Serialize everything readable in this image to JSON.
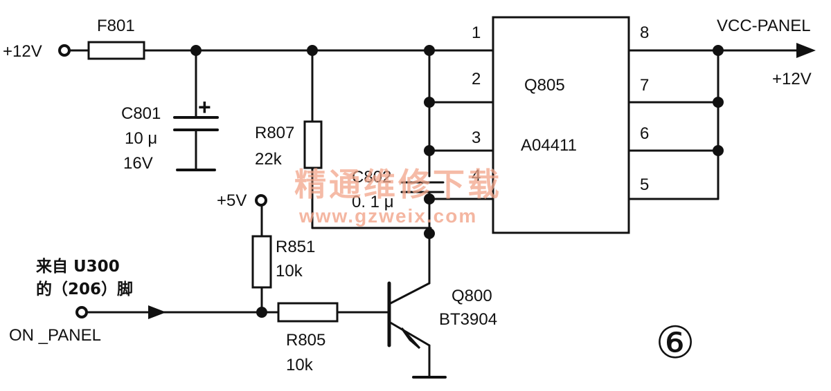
{
  "terminals": {
    "v12_in": "+12V",
    "v5": "+5V",
    "vcc_panel": "VCC-PANEL",
    "v12_out": "+12V",
    "on_panel": "ON _PANEL"
  },
  "source_note": {
    "line1": "来自 U300",
    "line2": "的（206）脚"
  },
  "components": {
    "fuse": {
      "ref": "F801"
    },
    "c801": {
      "ref": "C801",
      "value": "10 μ",
      "voltage": "16V",
      "polarity": "+"
    },
    "r807": {
      "ref": "R807",
      "value": "22k"
    },
    "c802": {
      "ref": "C802",
      "value": "0. 1 μ"
    },
    "r851": {
      "ref": "R851",
      "value": "10k"
    },
    "r805": {
      "ref": "R805",
      "value": "10k"
    },
    "q805": {
      "ref": "Q805",
      "part": "A04411",
      "pins": [
        "1",
        "2",
        "3",
        "4",
        "5",
        "6",
        "7",
        "8"
      ]
    },
    "q800": {
      "ref": "Q800",
      "part": "BT3904"
    }
  },
  "figure_number": "⑥",
  "watermark": {
    "text": "精通维修下载",
    "url": "www.gzweix.com"
  }
}
